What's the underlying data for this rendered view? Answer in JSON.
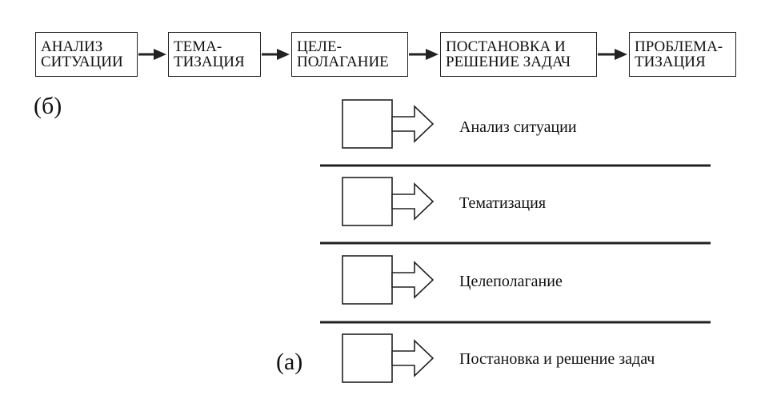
{
  "flow_b": {
    "caption": "(б)",
    "boxes": [
      {
        "line1": "АНАЛИЗ",
        "line2": "СИТУАЦИИ"
      },
      {
        "line1": "ТЕМА-",
        "line2": "ТИЗАЦИЯ"
      },
      {
        "line1": "ЦЕЛЕ-",
        "line2": "ПОЛАГАНИЕ"
      },
      {
        "line1": "ПОСТАНОВКА И",
        "line2": "РЕШЕНИЕ ЗАДАЧ"
      },
      {
        "line1": "ПРОБЛЕМА-",
        "line2": "ТИЗАЦИЯ"
      }
    ]
  },
  "stack_a": {
    "caption": "(а)",
    "steps": [
      {
        "label": "Анализ ситуации"
      },
      {
        "label": "Тематизация"
      },
      {
        "label": "Целеполагание"
      },
      {
        "label": "Постановка и решение задач"
      }
    ]
  },
  "colors": {
    "stroke": "#222222",
    "background": "#ffffff"
  }
}
